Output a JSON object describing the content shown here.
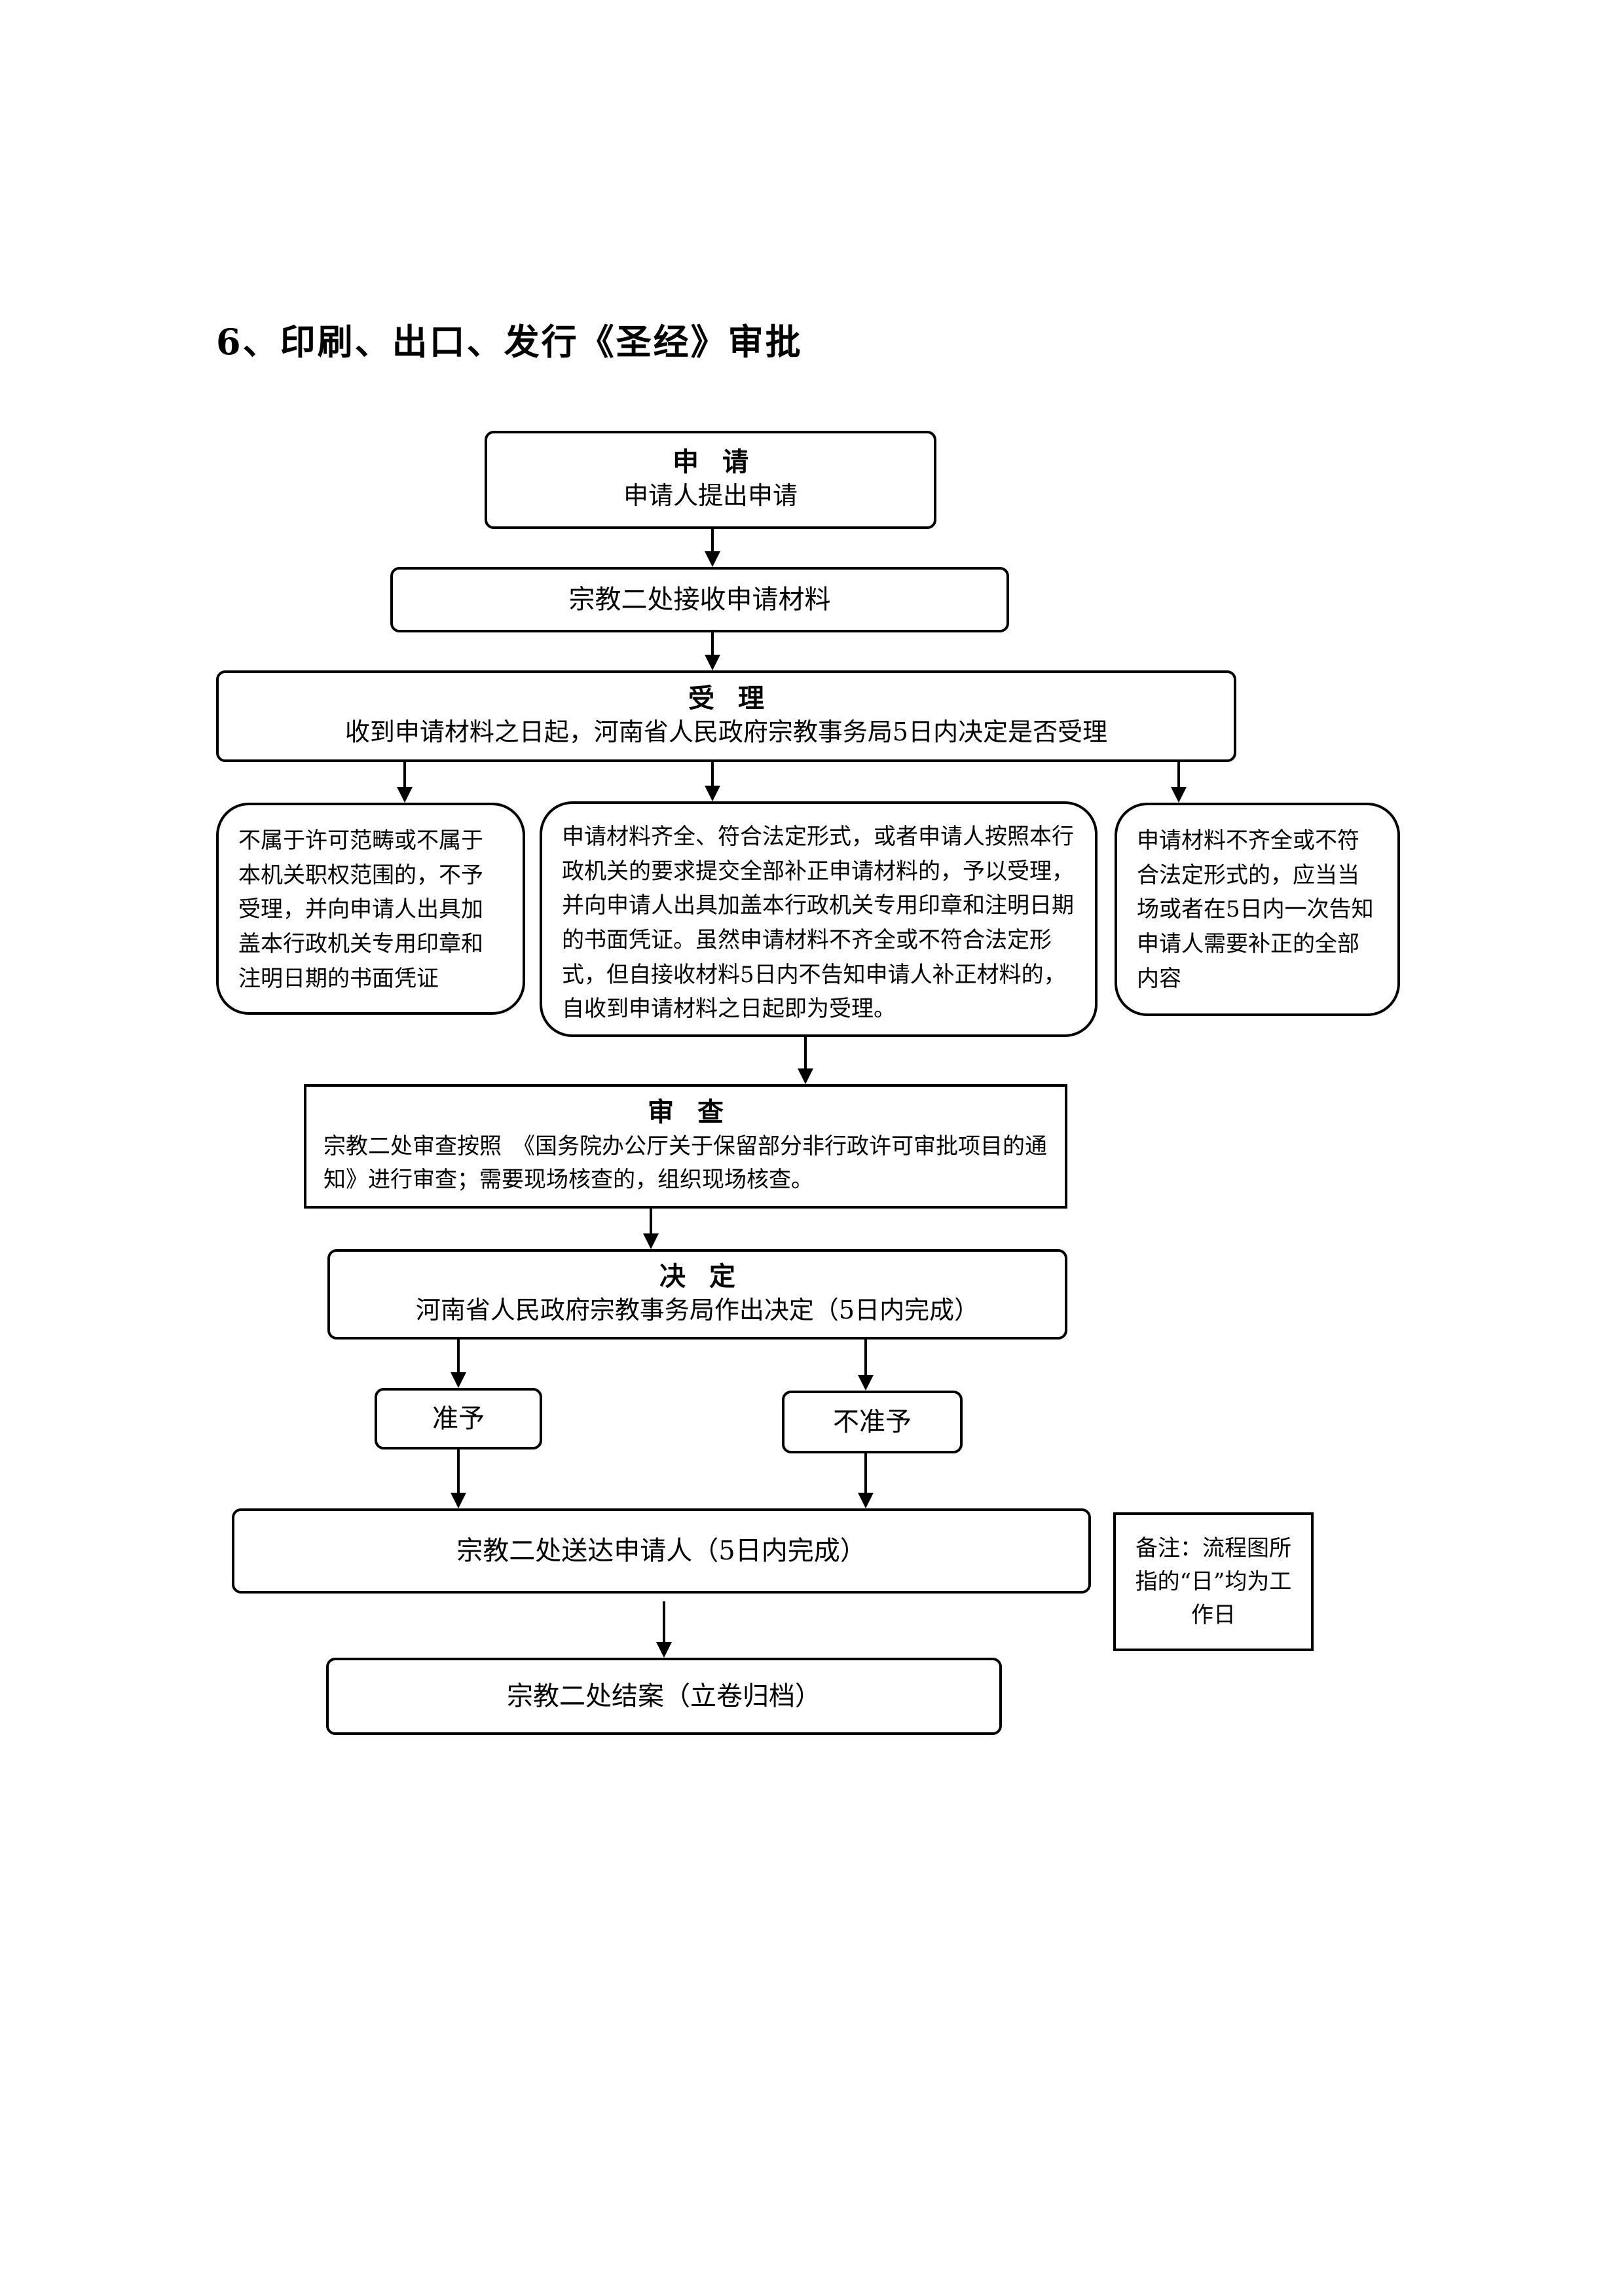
{
  "title": "6、印刷、出口、发行《圣经》审批",
  "nodes": {
    "apply": {
      "heading": "申请",
      "body": "申请人提出申请"
    },
    "receive": {
      "body": "宗教二处接收申请材料"
    },
    "accept": {
      "heading": "受理",
      "body": "收到申请材料之日起，河南省人民政府宗教事务局5日内决定是否受理"
    },
    "reject": {
      "body": "不属于许可范畴或不属于本机关职权范围的，不予受理，并向申请人出具加盖本行政机关专用印章和注明日期的书面凭证"
    },
    "accepted": {
      "body": "申请材料齐全、符合法定形式，或者申请人按照本行政机关的要求提交全部补正申请材料的，予以受理，并向申请人出具加盖本行政机关专用印章和注明日期的书面凭证。虽然申请材料不齐全或不符合法定形式，但自接收材料5日内不告知申请人补正材料的，自收到申请材料之日起即为受理。"
    },
    "supplement": {
      "body": "申请材料不齐全或不符合法定形式的，应当当场或者在5日内一次告知申请人需要补正的全部内容"
    },
    "review": {
      "heading": "审查",
      "body": "宗教二处审查按照　《国务院办公厅关于保留部分非行政许可审批项目的通知》进行审查；需要现场核查的，组织现场核查。"
    },
    "decide": {
      "heading": "决定",
      "body": "河南省人民政府宗教事务局作出决定（5日内完成）"
    },
    "approve": {
      "body": "准予"
    },
    "deny": {
      "body": "不准予"
    },
    "deliver": {
      "body": "宗教二处送达申请人（5日内完成）"
    },
    "archive": {
      "body": "宗教二处结案（立卷归档）"
    },
    "note": {
      "body": "备注：流程图所指的“日”均为工作日"
    }
  },
  "edges": [
    {
      "from": "apply",
      "to": "receive"
    },
    {
      "from": "receive",
      "to": "accept"
    },
    {
      "from": "accept",
      "to": "reject"
    },
    {
      "from": "accept",
      "to": "accepted"
    },
    {
      "from": "accept",
      "to": "supplement"
    },
    {
      "from": "accepted",
      "to": "review"
    },
    {
      "from": "review",
      "to": "decide"
    },
    {
      "from": "decide",
      "to": "approve"
    },
    {
      "from": "decide",
      "to": "deny"
    },
    {
      "from": "approve",
      "to": "deliver"
    },
    {
      "from": "deny",
      "to": "deliver"
    },
    {
      "from": "deliver",
      "to": "archive"
    }
  ]
}
